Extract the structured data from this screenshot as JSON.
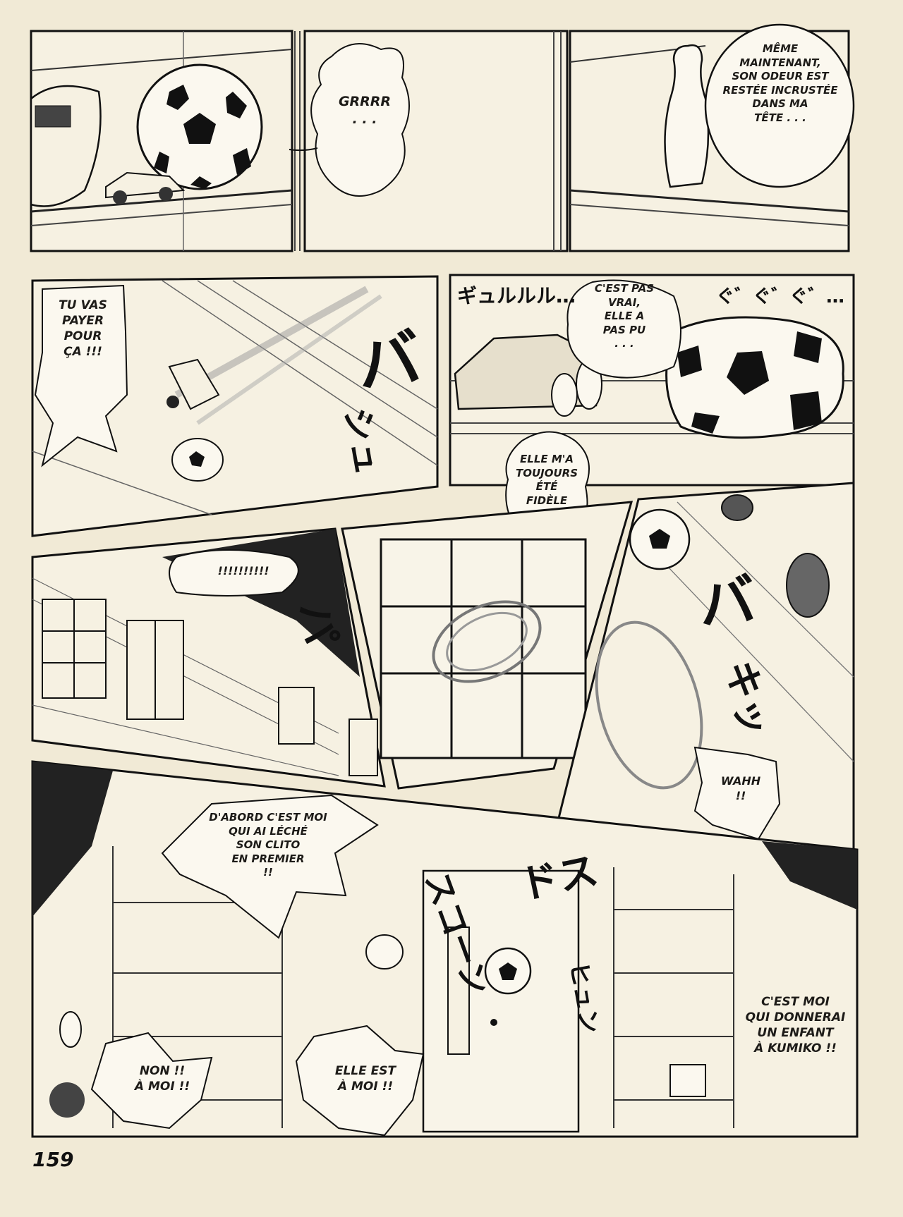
{
  "page_number": "159",
  "bubbles": {
    "grrrr": "GRRRR\n. . .",
    "meme_maintenant": "MÊME\nMAINTENANT,\nSON ODEUR EST\nRESTÉE INCRUSTÉE\nDANS MA\nTÊTE . . .",
    "tu_vas_payer": "TU VAS\nPAYER\nPOUR\nÇA !!!",
    "cest_pas_vrai": "C'EST PAS\nVRAI,\nELLE A\nPAS PU\n. . .",
    "elle_ma_toujours": "ELLE M'A\nTOUJOURS\nÉTÉ\nFIDÈLE",
    "exclamations": "!!!!!!!!!!",
    "wahh": "WAHH\n!!",
    "dabord": "D'ABORD C'EST MOI\nQUI AI LÉCHÉ\nSON CLITO\nEN PREMIER\n!!",
    "cest_moi_donnerai": "C'EST MOI\nQUI DONNERAI\nUN ENFANT\nÀ KUMIKO !!",
    "non_a_moi": "NON !!\nÀ MOI !!",
    "elle_est_a_moi": "ELLE EST\nÀ MOI !!"
  },
  "sfx": {
    "gyururu": "ギュルルル…",
    "gugugu": "ぐ゛ぐ゛ぐ゛…",
    "bashu": "バ",
    "shu": "シュ",
    "pa": "パ",
    "baki": "バ",
    "ki": "キッ",
    "dosu": "ドス",
    "suko": "スコーン",
    "hyun": "ヒュン"
  },
  "colors": {
    "paper": "#f1ead6",
    "ink": "#111111"
  }
}
